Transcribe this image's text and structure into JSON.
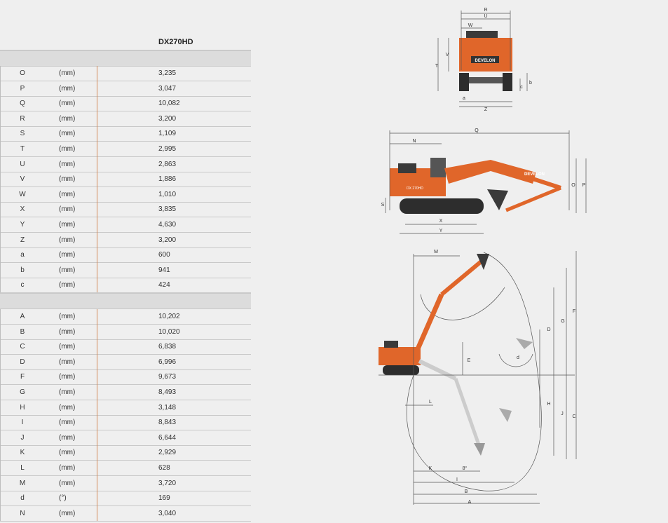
{
  "table": {
    "model": "DX270HD",
    "dimensions_rows": [
      {
        "code": "O",
        "unit": "(mm)",
        "value": "3,235"
      },
      {
        "code": "P",
        "unit": "(mm)",
        "value": "3,047"
      },
      {
        "code": "Q",
        "unit": "(mm)",
        "value": "10,082"
      },
      {
        "code": "R",
        "unit": "(mm)",
        "value": "3,200"
      },
      {
        "code": "S",
        "unit": "(mm)",
        "value": "1,109"
      },
      {
        "code": "T",
        "unit": "(mm)",
        "value": "2,995"
      },
      {
        "code": "U",
        "unit": "(mm)",
        "value": "2,863"
      },
      {
        "code": "V",
        "unit": "(mm)",
        "value": "1,886"
      },
      {
        "code": "W",
        "unit": "(mm)",
        "value": "1,010"
      },
      {
        "code": "X",
        "unit": "(mm)",
        "value": "3,835"
      },
      {
        "code": "Y",
        "unit": "(mm)",
        "value": "4,630"
      },
      {
        "code": "Z",
        "unit": "(mm)",
        "value": "3,200"
      },
      {
        "code": "a",
        "unit": "(mm)",
        "value": "600"
      },
      {
        "code": "b",
        "unit": "(mm)",
        "value": "941"
      },
      {
        "code": "c",
        "unit": "(mm)",
        "value": "424"
      }
    ],
    "working_range_rows": [
      {
        "code": "A",
        "unit": "(mm)",
        "value": "10,202"
      },
      {
        "code": "B",
        "unit": "(mm)",
        "value": "10,020"
      },
      {
        "code": "C",
        "unit": "(mm)",
        "value": "6,838"
      },
      {
        "code": "D",
        "unit": "(mm)",
        "value": "6,996"
      },
      {
        "code": "F",
        "unit": "(mm)",
        "value": "9,673"
      },
      {
        "code": "G",
        "unit": "(mm)",
        "value": "8,493"
      },
      {
        "code": "H",
        "unit": "(mm)",
        "value": "3,148"
      },
      {
        "code": "I",
        "unit": "(mm)",
        "value": "8,843"
      },
      {
        "code": "J",
        "unit": "(mm)",
        "value": "6,644"
      },
      {
        "code": "K",
        "unit": "(mm)",
        "value": "2,929"
      },
      {
        "code": "L",
        "unit": "(mm)",
        "value": "628"
      },
      {
        "code": "M",
        "unit": "(mm)",
        "value": "3,720"
      },
      {
        "code": "d",
        "unit": "(°)",
        "value": "169"
      },
      {
        "code": "N",
        "unit": "(mm)",
        "value": "3,040"
      }
    ]
  },
  "diagrams": {
    "brand_label": "DEVELON",
    "model_badge": "DX 270HD",
    "front_view_labels": [
      "R",
      "U",
      "W",
      "V",
      "T",
      "a",
      "b",
      "c",
      "Z"
    ],
    "side_view_labels": [
      "Q",
      "N",
      "S",
      "X",
      "Y",
      "O",
      "P"
    ],
    "range_view_labels": [
      "M",
      "D",
      "G",
      "F",
      "E",
      "d",
      "H",
      "J",
      "C",
      "L",
      "K",
      "8°",
      "I",
      "B",
      "A"
    ],
    "colors": {
      "machine_body": "#e0662a",
      "dimension_line": "#555555",
      "background": "#efefef"
    }
  }
}
